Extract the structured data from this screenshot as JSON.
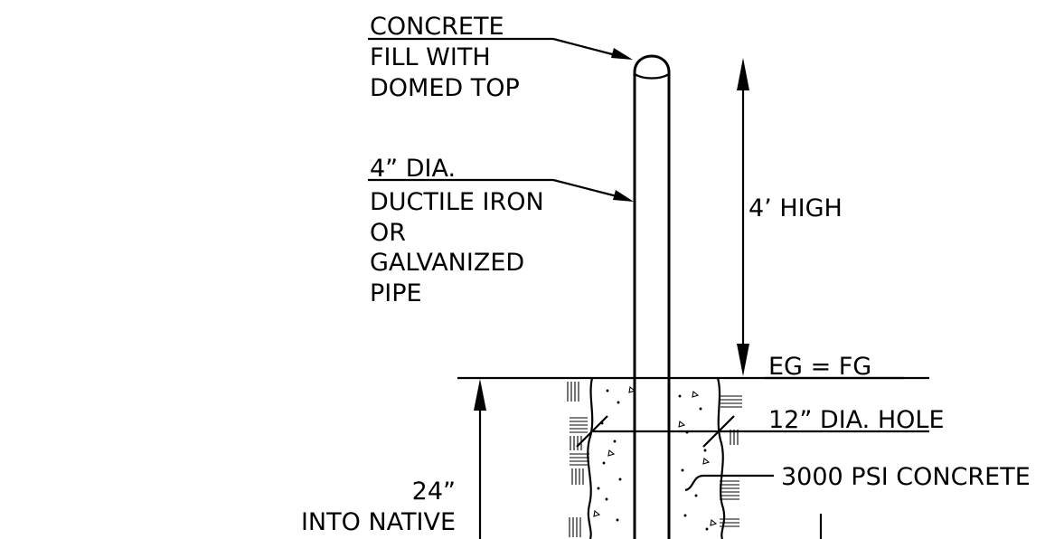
{
  "labels": {
    "concrete_line1": "CONCRETE",
    "concrete_line2": "FILL WITH",
    "concrete_line3": "DOMED TOP",
    "pipe_line1": "4” DIA.",
    "pipe_line2": "DUCTILE IRON",
    "pipe_line3": "OR",
    "pipe_line4": "GALVANIZED",
    "pipe_line5": "PIPE",
    "height": "4’ HIGH",
    "grade": "EG = FG",
    "hole": "12” DIA. HOLE",
    "concrete_spec": "3000 PSI CONCRETE",
    "depth_value": "24”",
    "depth_note": "INTO NATIVE"
  }
}
